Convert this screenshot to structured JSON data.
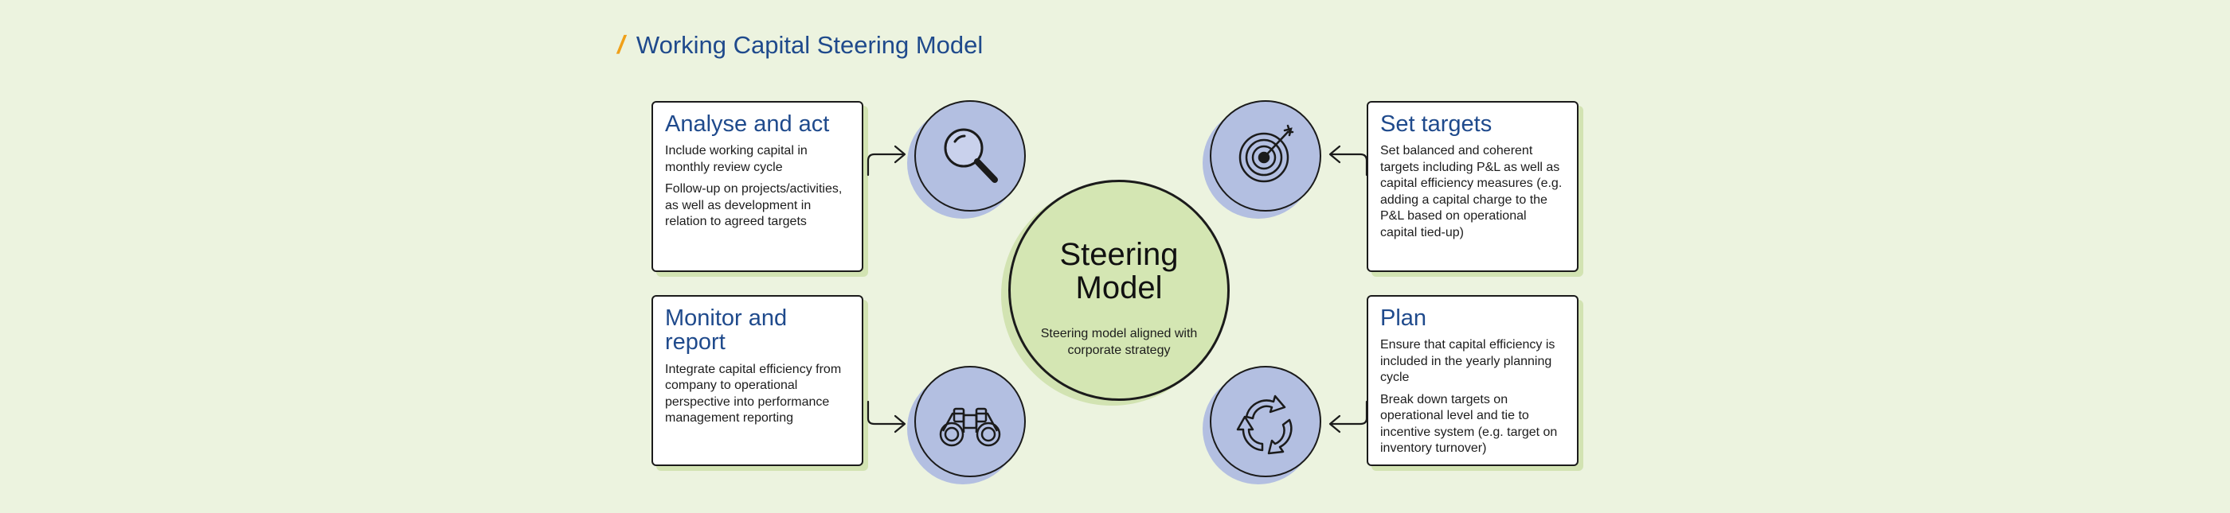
{
  "header": {
    "title": "Working Capital Steering Model"
  },
  "center": {
    "title_line1": "Steering",
    "title_line2": "Model",
    "subtitle": "Steering model aligned with corporate strategy"
  },
  "cards": {
    "analyse": {
      "title": "Analyse and act",
      "p1": "Include working capital in monthly review cycle",
      "p2": "Follow-up on projects/activities, as well as development in relation to agreed targets"
    },
    "targets": {
      "title": "Set targets",
      "p1": "Set balanced and coherent targets including P&L as well as capital efficiency measures (e.g. adding a capital charge to the P&L based on operational capital tied-up)"
    },
    "monitor": {
      "title": "Monitor and report",
      "p1": "Integrate capital efficiency from company to operational perspective into performance management reporting"
    },
    "plan": {
      "title": "Plan",
      "p1": "Ensure that capital efficiency is included in the yearly planning cycle",
      "p2": "Break down targets on operational level and tie to incentive system (e.g. target on inventory turnover)"
    }
  },
  "icons": [
    "magnifier-icon",
    "target-icon",
    "binoculars-icon",
    "cycle-arrows-icon"
  ],
  "colors": {
    "title_blue": "#1f4a8c",
    "accent_orange": "#f0a019",
    "circle_blue": "#b3bfe1",
    "center_green": "#d4e6b3",
    "background": "#ecf3df"
  }
}
